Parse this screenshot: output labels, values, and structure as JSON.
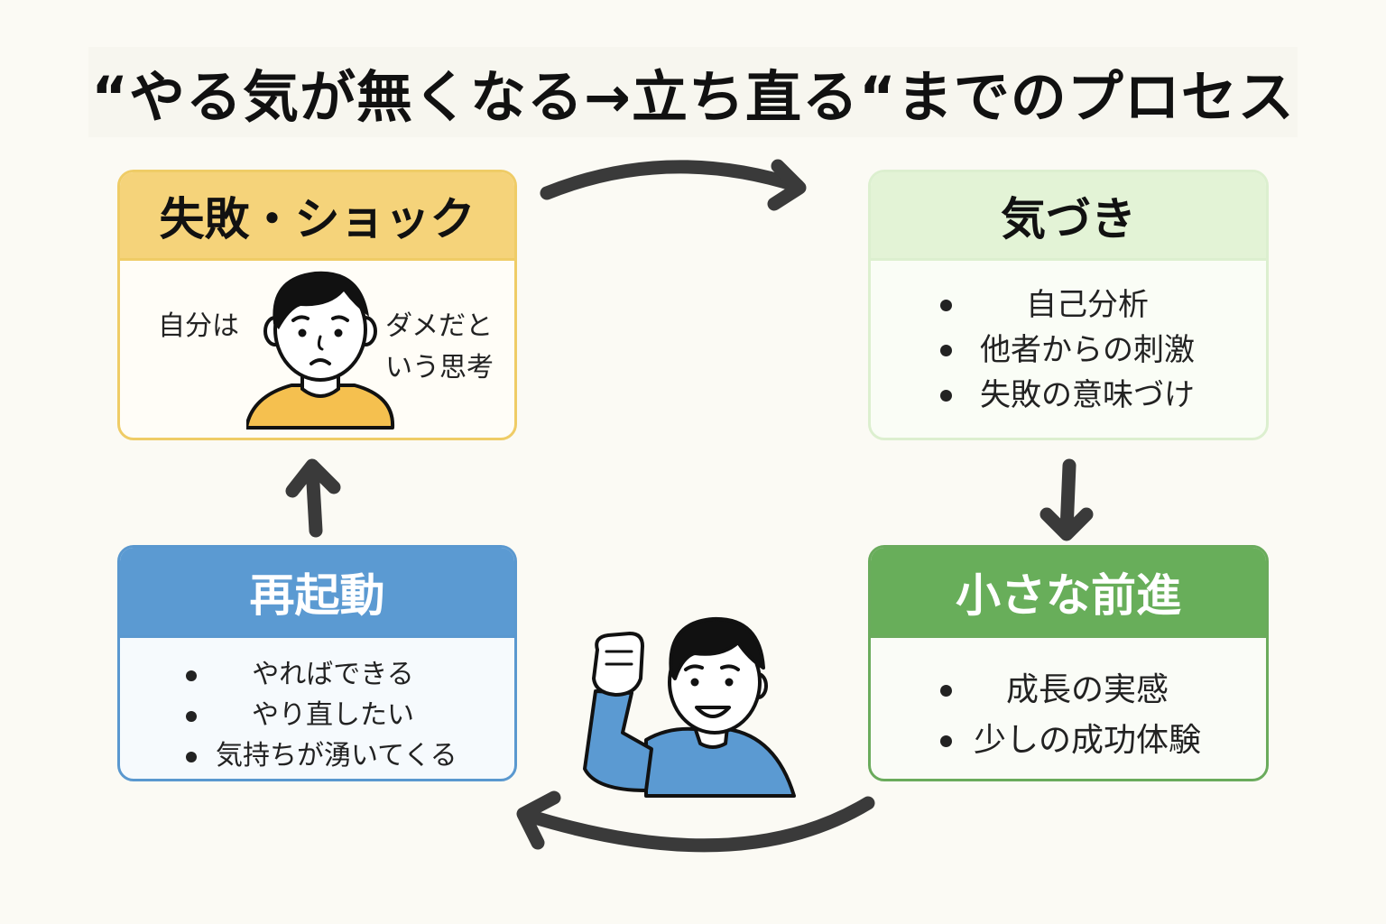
{
  "title": "“やる気が無くなる→立ち直る“までのプロセス",
  "cards": [
    {
      "heading": "失敗・ショック",
      "left_text": "自分は",
      "right_text": [
        "ダメだと",
        "いう思考"
      ]
    },
    {
      "heading": "気づき",
      "items": [
        "自己分析",
        "他者からの刺激",
        "失敗の意味づけ"
      ]
    },
    {
      "heading": "小さな前進",
      "items": [
        "成長の実感",
        "少しの成功体験"
      ]
    },
    {
      "heading": "再起動",
      "items": [
        "やればできる",
        "やり直したい",
        "気持ちが湧いてくる"
      ]
    }
  ],
  "colors": {
    "shock": "#f5d37a",
    "awareness": "#e3f3d6",
    "progress": "#68ae5a",
    "restart": "#5b9ad2",
    "arrow": "#3a3a3a"
  },
  "icons": [
    "sad-person-icon",
    "cheering-person-icon",
    "cycle-arrow-icon"
  ]
}
